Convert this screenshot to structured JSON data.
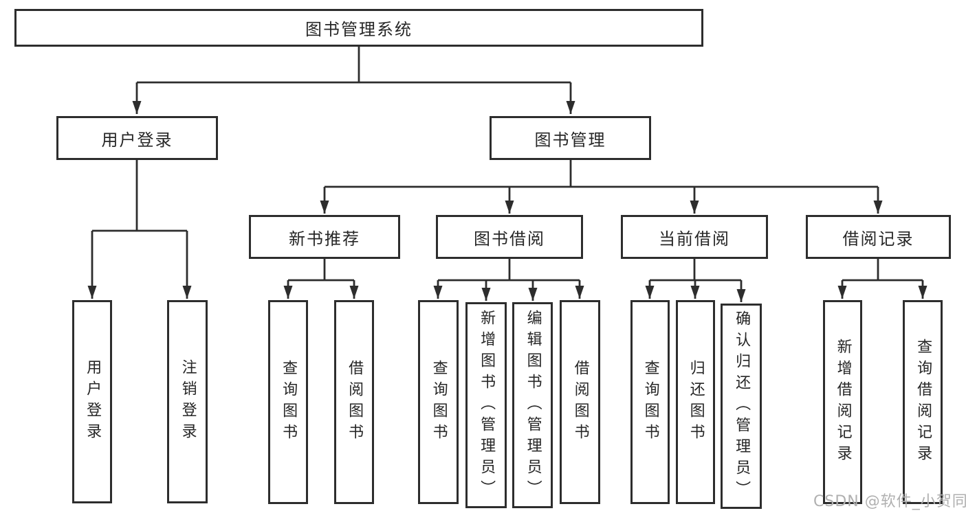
{
  "watermark": "CSDN @软件_小贺同学",
  "colors": {
    "line": "#2d2d2d",
    "text": "#262626",
    "box_background": "#ffffff",
    "watermark": "#b0b0b0"
  },
  "tree": {
    "root": {
      "label": "图书管理系统"
    },
    "level2": [
      {
        "id": "user-login",
        "label": "用户登录"
      },
      {
        "id": "book-management",
        "label": "图书管理"
      }
    ],
    "level3": [
      {
        "id": "new-book-recommendation",
        "parent": "图书管理",
        "label": "新书推荐"
      },
      {
        "id": "book-borrowing",
        "parent": "图书管理",
        "label": "图书借阅"
      },
      {
        "id": "current-borrowing",
        "parent": "图书管理",
        "label": "当前借阅"
      },
      {
        "id": "borrowing-records",
        "parent": "图书管理",
        "label": "借阅记录"
      }
    ],
    "leaves": [
      {
        "parent": "用户登录",
        "label": "用户登录"
      },
      {
        "parent": "用户登录",
        "label": "注销登录"
      },
      {
        "parent": "新书推荐",
        "label": "查询图书"
      },
      {
        "parent": "新书推荐",
        "label": "借阅图书"
      },
      {
        "parent": "图书借阅",
        "label": "查询图书"
      },
      {
        "parent": "图书借阅",
        "label": "新增图书（管理员）"
      },
      {
        "parent": "图书借阅",
        "label": "编辑图书（管理员）"
      },
      {
        "parent": "图书借阅",
        "label": "借阅图书"
      },
      {
        "parent": "当前借阅",
        "label": "查询图书"
      },
      {
        "parent": "当前借阅",
        "label": "归还图书"
      },
      {
        "parent": "当前借阅",
        "label": "确认归还（管理员）"
      },
      {
        "parent": "借阅记录",
        "label": "新增借阅记录"
      },
      {
        "parent": "借阅记录",
        "label": "查询借阅记录"
      }
    ]
  }
}
